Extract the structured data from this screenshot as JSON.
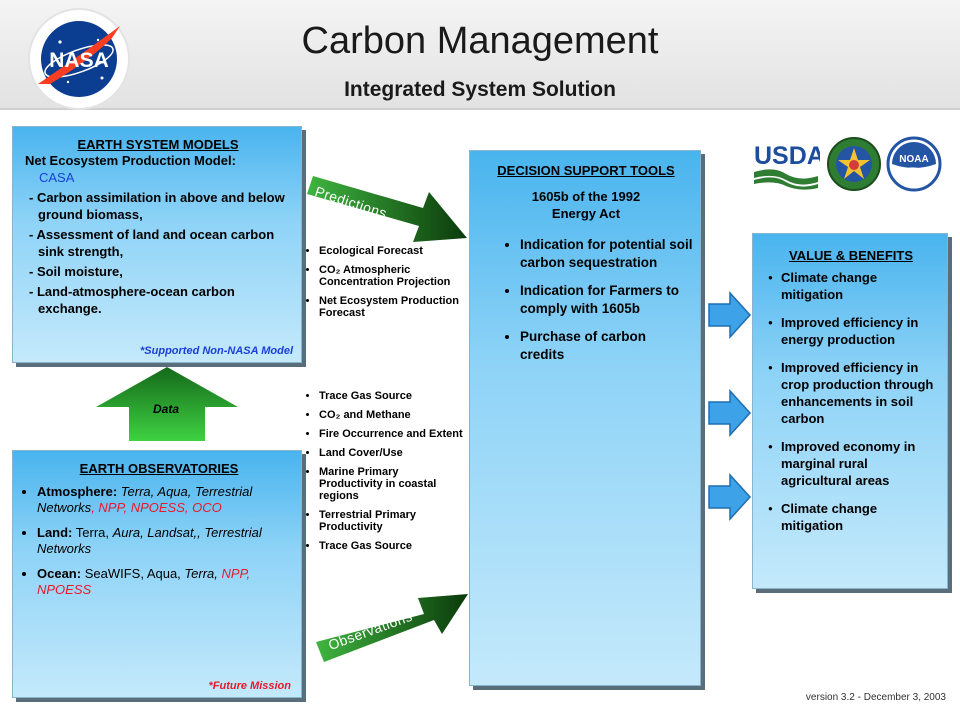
{
  "header": {
    "title": "Carbon Management",
    "subtitle": "Integrated System Solution",
    "logo_text": "NASA"
  },
  "earth_system_models": {
    "title": "EARTH SYSTEM MODELS",
    "model_label": "Net Ecosystem Production Model:",
    "model_name": "CASA",
    "items": [
      "- Carbon assimilation in above and below ground biomass,",
      "- Assessment of land and ocean carbon sink strength,",
      "- Soil moisture,",
      "- Land-atmosphere-ocean carbon exchange."
    ],
    "note": "*Supported Non-NASA Model"
  },
  "predictions": {
    "label": "Predictions",
    "items": [
      "Ecological Forecast",
      "CO₂ Atmospheric Concentration Projection",
      "Net Ecosystem Production Forecast"
    ]
  },
  "data_arrow": {
    "label": "Data"
  },
  "earth_observatories": {
    "title": "EARTH OBSERVATORIES",
    "items": [
      {
        "label": "Atmosphere:",
        "parts": [
          {
            "t": " Terra, Aqua, Terrestrial Networks",
            "s": "italic"
          },
          {
            "t": ", NPP, NPOESS, OCO",
            "s": "red-italic"
          }
        ]
      },
      {
        "label": "Land:",
        "parts": [
          {
            "t": " Terra, ",
            "s": "plain"
          },
          {
            "t": "Aura, Landsat,, Terrestrial Networks",
            "s": "italic"
          }
        ]
      },
      {
        "label": "Ocean:",
        "parts": [
          {
            "t": " SeaWIFS, Aqua, ",
            "s": "plain"
          },
          {
            "t": "Terra,",
            "s": "italic"
          },
          {
            "t": " NPP, NPOESS",
            "s": "red-italic"
          }
        ]
      }
    ],
    "note": "*Future Mission"
  },
  "observations": {
    "label": "Observations",
    "items": [
      "Trace Gas Source",
      "CO₂ and Methane",
      "Fire Occurrence and Extent",
      "Land Cover/Use",
      "Marine Primary Productivity in coastal regions",
      "Terrestrial Primary Productivity",
      "Trace Gas Source"
    ]
  },
  "decision_support_tools": {
    "title": "DECISION SUPPORT TOOLS",
    "subtitle": "1605b of the 1992 Energy Act",
    "items": [
      "Indication for potential soil carbon sequestration",
      "Indication for Farmers to comply with 1605b",
      "Purchase of carbon credits"
    ]
  },
  "value_benefits": {
    "title": "VALUE & BENEFITS",
    "items": [
      "Climate change mitigation",
      "Improved efficiency in energy production",
      "Improved efficiency in crop production through enhancements in soil carbon",
      "Improved economy in  marginal rural agricultural areas",
      "Climate change mitigation"
    ]
  },
  "partner_logos": {
    "usda": "USDA",
    "noaa": "NOAA"
  },
  "footer": {
    "version": "version 3.2 -  December 3, 2003"
  },
  "colors": {
    "box_top": "#49b4ee",
    "box_bottom": "#c4e9fb",
    "arrow_green": "#2e9a2e",
    "future_red": "#e8192c",
    "note_blue": "#1a3fd8"
  }
}
